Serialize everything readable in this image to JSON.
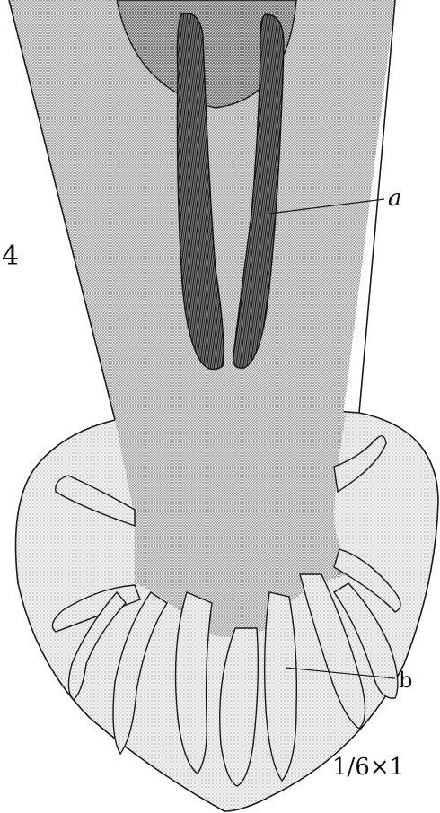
{
  "figure": {
    "number": "4",
    "labels": {
      "a": "a",
      "b": "b"
    },
    "scale": "1/6×1"
  },
  "colors": {
    "ink": "#1a1a1a",
    "stipple_light": "#ececec",
    "stipple_mid": "#d6d6d6",
    "stipple_dark": "#bcbcbc",
    "band_dark": "#3a3a3a",
    "paper": "#ffffff"
  }
}
